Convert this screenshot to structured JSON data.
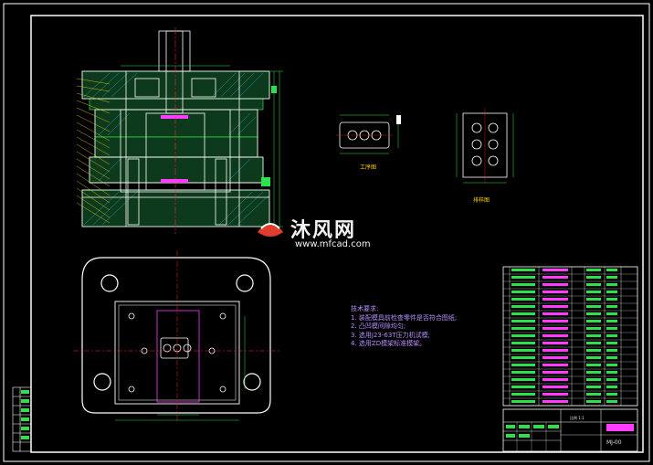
{
  "watermark": {
    "brand": "沐风网",
    "url": "www.mfcad.com"
  },
  "views": {
    "workpiece": "工序图",
    "strip": "排样图"
  },
  "notes": {
    "heading": "技术要求:",
    "items": [
      "1. 装配模具前检查零件是否符合图纸;",
      "2. 凸凹模间隙均匀;",
      "3. 选用J23-63T压力机试模;",
      "4. 选用ZD模架标准模架。"
    ]
  },
  "title_block": {
    "scale": "比例 1:1",
    "drawing_number": "MJ-00"
  },
  "colors": {
    "frame": "#ffffff",
    "structure": "#ffffff",
    "centerline": "#ff2020",
    "hatch": "#1fbfe0",
    "dimension": "#2ee04a",
    "highlight": "#ff3cff",
    "notes": "#b98cff",
    "balloon": "#ffd400"
  }
}
